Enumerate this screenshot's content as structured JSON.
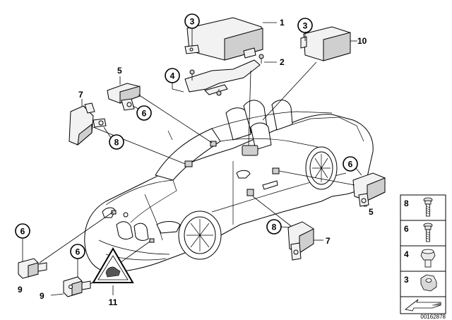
{
  "callouts": {
    "c1": "1",
    "c2": "2",
    "c3a": "3",
    "c3b": "3",
    "c4": "4",
    "c5a": "5",
    "c5b": "5",
    "c6a": "6",
    "c6b": "6",
    "c6c": "6",
    "c6d": "6",
    "c7a": "7",
    "c7b": "7",
    "c8a": "8",
    "c8b": "8",
    "c9a": "9",
    "c9b": "9",
    "c10": "10",
    "c11": "11"
  },
  "legend": {
    "items": [
      {
        "num": "8",
        "icon": "screw-icon"
      },
      {
        "num": "6",
        "icon": "screw-icon"
      },
      {
        "num": "4",
        "icon": "hex-bolt-icon"
      },
      {
        "num": "3",
        "icon": "hex-nut-icon"
      }
    ],
    "direction_icon": "arrow-icon"
  },
  "doc_number": "00162878"
}
